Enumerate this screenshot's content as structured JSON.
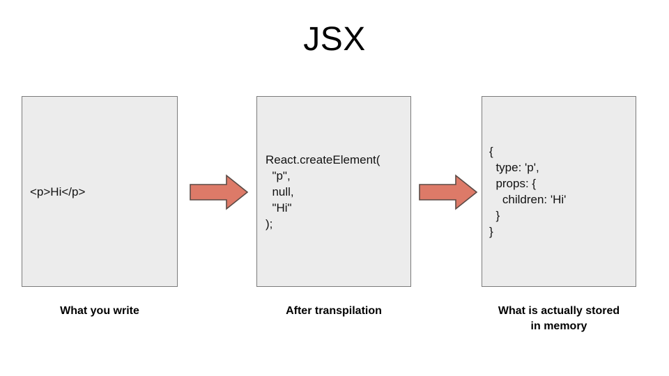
{
  "slide": {
    "title": "JSX",
    "background_color": "#ffffff"
  },
  "theme": {
    "panel_fill": "#ececec",
    "panel_border": "#7a7a7a",
    "arrow_fill": "#dd7a68",
    "arrow_border": "#5a4a45",
    "text_color": "#000000"
  },
  "steps": [
    {
      "id": "what-you-write",
      "code": "<p>Hi</p>",
      "caption": "What you write"
    },
    {
      "id": "after-transpilation",
      "code": "React.createElement(\n  \"p\",\n  null,\n  \"Hi\"\n);",
      "caption": "After transpilation"
    },
    {
      "id": "stored-in-memory",
      "code": "{\n  type: 'p',\n  props: {\n    children: 'Hi'\n  }\n}",
      "caption": "What is actually stored\nin memory"
    }
  ],
  "arrows": [
    {
      "id": "arrow-1",
      "direction": "right"
    },
    {
      "id": "arrow-2",
      "direction": "right"
    }
  ]
}
